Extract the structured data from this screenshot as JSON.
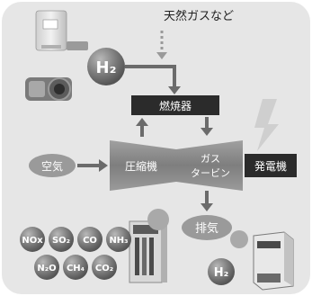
{
  "diagram": {
    "source_label": "天然ガスなど",
    "combustor_label": "燃焼器",
    "air_label": "空気",
    "compressor_label": "圧縮機",
    "turbine_label_line1": "ガス",
    "turbine_label_line2": "タービン",
    "generator_label": "発電機",
    "exhaust_label": "排気",
    "hydrogen_label_top": "H₂",
    "hydrogen_label_bottom": "H₂",
    "emissions": {
      "row1": [
        "NOx",
        "SO₂",
        "CO",
        "NH₃"
      ],
      "row2": [
        "N₂O",
        "CH₄",
        "CO₂"
      ]
    },
    "colors": {
      "panel": "#e6e6e6",
      "arrow": "#6b6b6b",
      "dark_box": "#2b2b2b",
      "machine": "#8a8a8a",
      "bubble": "#7c7c7c"
    }
  }
}
